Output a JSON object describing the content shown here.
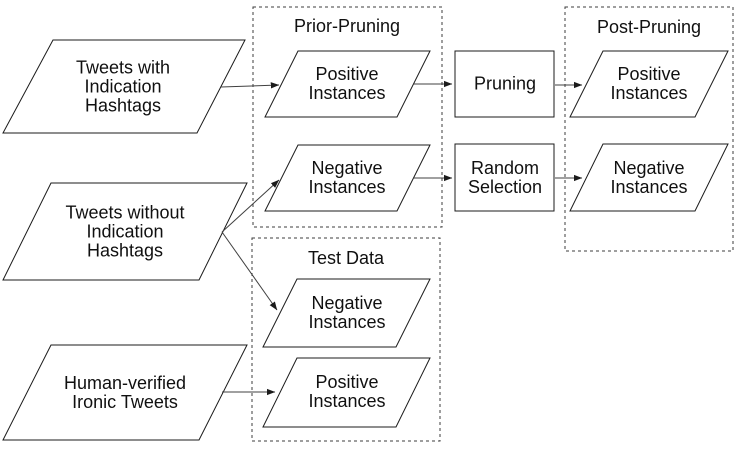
{
  "diagram": {
    "inputs": {
      "tweets_with": "Tweets with\nIndication\nHashtags",
      "tweets_without": "Tweets without\nIndication\nHashtags",
      "human_verified": "Human-verified\nIronic Tweets"
    },
    "groups": {
      "prior_pruning": {
        "title": "Prior-Pruning",
        "positive": "Positive\nInstances",
        "negative": "Negative\nInstances"
      },
      "post_pruning": {
        "title": "Post-Pruning",
        "positive": "Positive\nInstances",
        "negative": "Negative\nInstances"
      },
      "test_data": {
        "title": "Test Data",
        "negative": "Negative\nInstances",
        "positive": "Positive\nInstances"
      }
    },
    "processes": {
      "pruning": "Pruning",
      "random_selection": "Random\nSelection"
    },
    "edges": [
      {
        "from": "tweets-with-indication-hashtags",
        "to": "prior-pruning-positive-instances"
      },
      {
        "from": "prior-pruning-positive-instances",
        "to": "pruning"
      },
      {
        "from": "pruning",
        "to": "post-pruning-positive-instances"
      },
      {
        "from": "tweets-without-indication-hashtags",
        "to": "prior-pruning-negative-instances"
      },
      {
        "from": "prior-pruning-negative-instances",
        "to": "random-selection"
      },
      {
        "from": "random-selection",
        "to": "post-pruning-negative-instances"
      },
      {
        "from": "tweets-without-indication-hashtags",
        "to": "test-data-negative-instances"
      },
      {
        "from": "human-verified-ironic-tweets",
        "to": "test-data-positive-instances"
      }
    ],
    "colors": {
      "background": "#ffffff",
      "shape_fill": "#ffffff",
      "shape_border": "#1b1b1b",
      "group_border": "#3d3d3d",
      "arrow": "#404040",
      "text": "#101010"
    }
  }
}
